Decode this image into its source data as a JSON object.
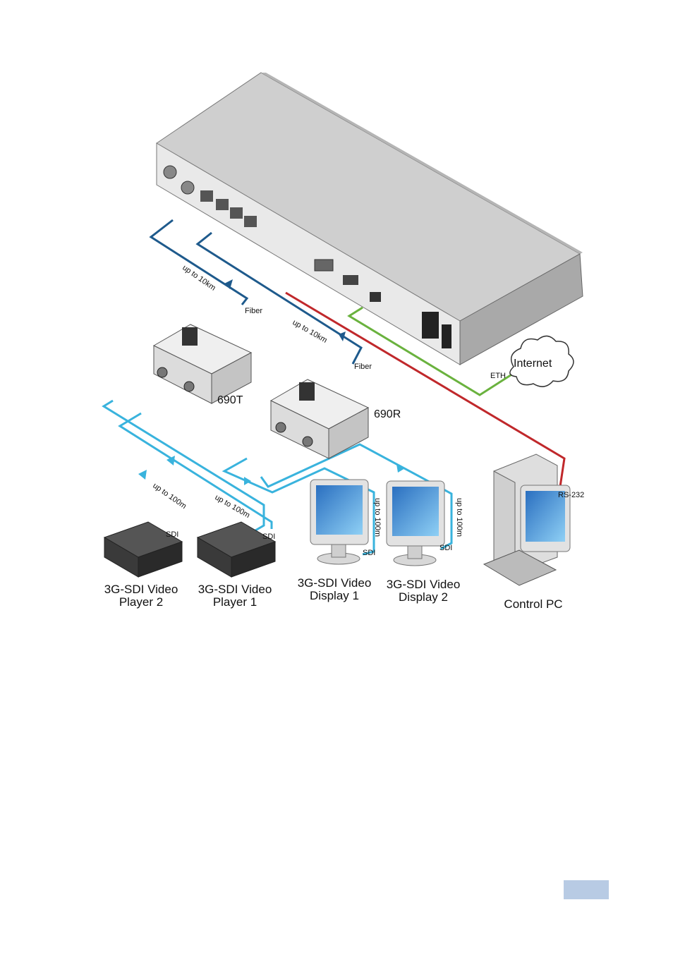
{
  "labels": {
    "fiber_1": "Fiber",
    "fiber_2": "Fiber",
    "range_10km_1": "up to 10km",
    "range_10km_2": "up to 10km",
    "range_100m_1": "up to 100m",
    "range_100m_2": "up to 100m",
    "range_100m_3": "up to 100m",
    "range_100m_4": "up to 100m",
    "sdi_1": "SDI",
    "sdi_2": "SDI",
    "sdi_3": "SDI",
    "sdi_4": "SDI",
    "eth": "ETH",
    "internet": "Internet",
    "rs232": "RS-232",
    "tx_model": "690T",
    "rx_model": "690R",
    "player2_l1": "3G-SDI Video",
    "player2_l2": "Player 2",
    "player1_l1": "3G-SDI Video",
    "player1_l2": "Player 1",
    "display1_l1": "3G-SDI Video",
    "display1_l2": "Display 1",
    "display2_l1": "3G-SDI Video",
    "display2_l2": "Display 2",
    "control_pc": "Control PC"
  },
  "colors": {
    "fiber": "#1e5a8c",
    "sdi": "#39b3dd",
    "eth": "#6ab23e",
    "rs232": "#c0282b",
    "device_body": "#e4e4e4",
    "page_tab": "#b8cbe4"
  }
}
